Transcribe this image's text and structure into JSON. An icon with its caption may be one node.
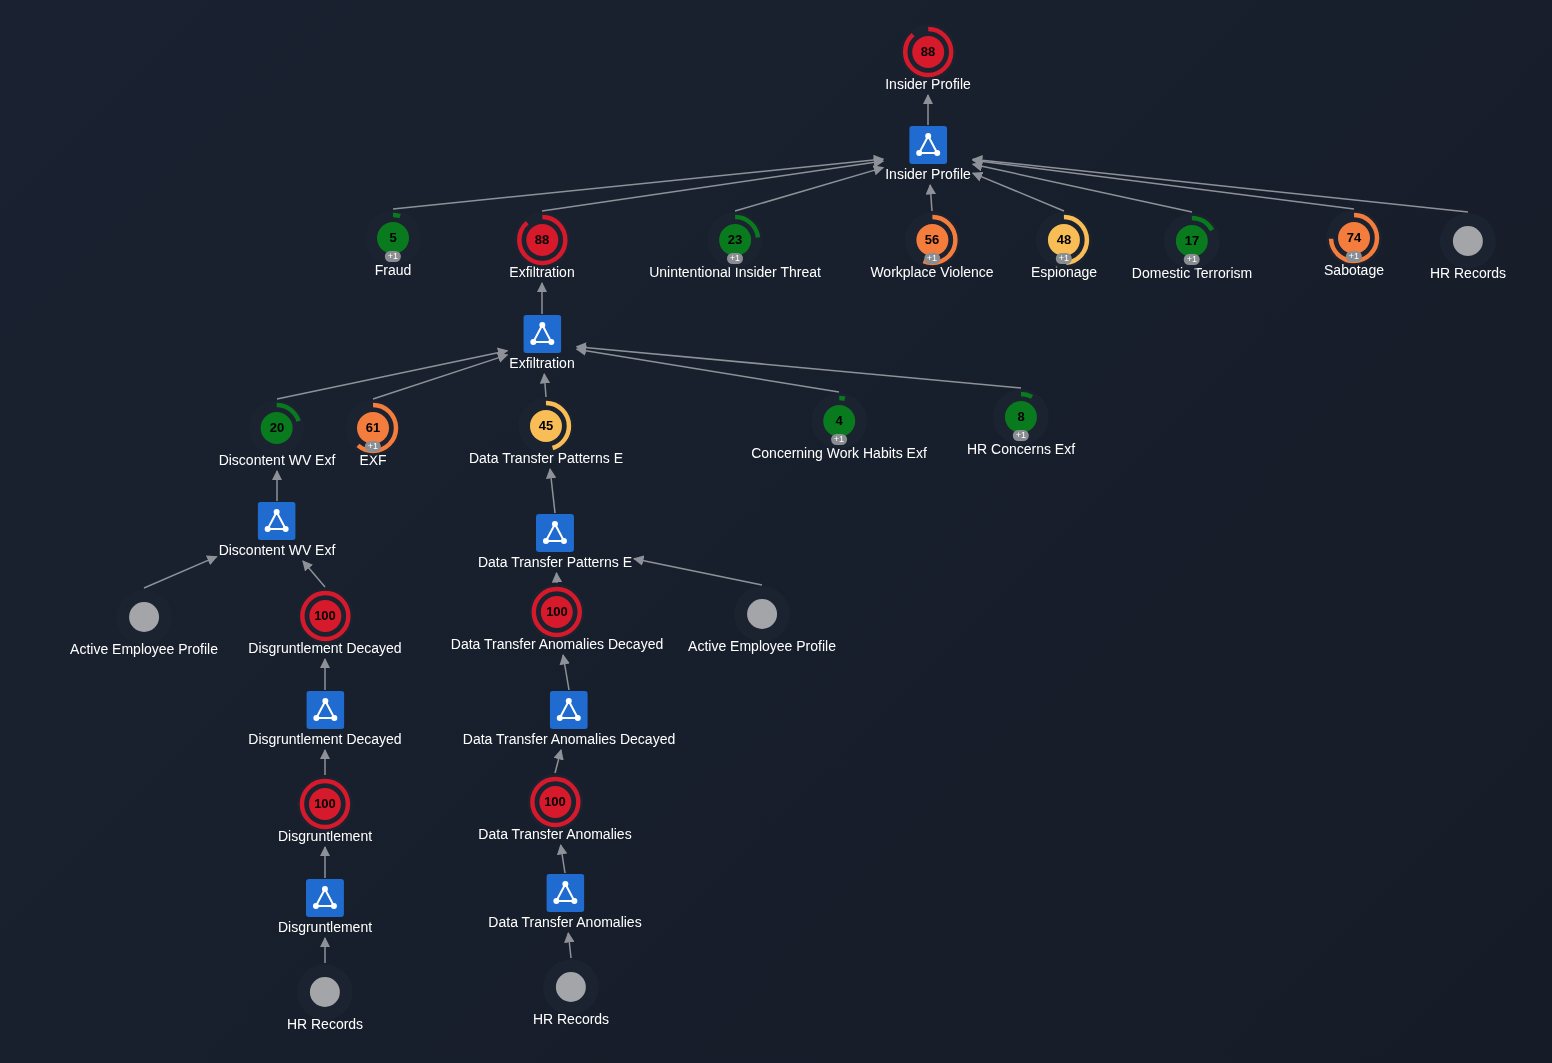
{
  "diagram": {
    "nodes": [
      {
        "text": [
          "88",
          "Insider Profile"
        ]
      },
      {
        "text": [
          "Insider Profile"
        ]
      },
      {
        "text": [
          "5",
          "+1",
          "Fraud"
        ]
      },
      {
        "text": [
          "88",
          "Exfiltration"
        ]
      },
      {
        "text": [
          "23",
          "+1",
          "Unintentional Insider Threat"
        ]
      },
      {
        "text": [
          "56",
          "+1",
          "Workplace Violence"
        ]
      },
      {
        "text": [
          "48",
          "+1",
          "Espionage"
        ]
      },
      {
        "text": [
          "17",
          "+1",
          "Domestic Terrorism"
        ]
      },
      {
        "text": [
          "74",
          "+1",
          "Sabotage"
        ]
      },
      {
        "text": [
          "HR Records"
        ]
      },
      {
        "text": [
          "Exfiltration"
        ]
      },
      {
        "text": [
          "20",
          "Discontent WV Exf"
        ]
      },
      {
        "text": [
          "61",
          "+1",
          "EXF"
        ]
      },
      {
        "text": [
          "45",
          "Data Transfer Patterns E"
        ]
      },
      {
        "text": [
          "4",
          "+1",
          "Concerning Work Habits Exf"
        ]
      },
      {
        "text": [
          "8",
          "+1",
          "HR Concerns Exf"
        ]
      },
      {
        "text": [
          "Discontent WV Exf"
        ]
      },
      {
        "text": [
          "Data Transfer Patterns E"
        ]
      },
      {
        "text": [
          "Active Employee Profile"
        ]
      },
      {
        "text": [
          "100",
          "Disgruntlement Decayed"
        ]
      },
      {
        "text": [
          "100",
          "Data Transfer Anomalies Decayed"
        ]
      },
      {
        "text": [
          "Active Employee Profile"
        ]
      },
      {
        "text": [
          "Disgruntlement Decayed"
        ]
      },
      {
        "text": [
          "Data Transfer Anomalies Decayed"
        ]
      },
      {
        "text": [
          "100",
          "Disgruntlement"
        ]
      },
      {
        "text": [
          "100",
          "Data Transfer Anomalies"
        ]
      },
      {
        "text": [
          "Disgruntlement"
        ]
      },
      {
        "text": [
          "Data Transfer Anomalies"
        ]
      },
      {
        "text": [
          "HR Records"
        ]
      },
      {
        "text": [
          "HR Records"
        ]
      }
    ],
    "edges": [
      {
        "from": 1,
        "to": 0,
        "arrow": "to"
      },
      {
        "from": 2,
        "to": 1,
        "arrow": "to"
      },
      {
        "from": 3,
        "to": 1,
        "arrow": "to"
      },
      {
        "from": 4,
        "to": 1,
        "arrow": "to"
      },
      {
        "from": 5,
        "to": 1,
        "arrow": "to"
      },
      {
        "from": 6,
        "to": 1,
        "arrow": "to"
      },
      {
        "from": 7,
        "to": 1,
        "arrow": "to"
      },
      {
        "from": 8,
        "to": 1,
        "arrow": "to"
      },
      {
        "from": 9,
        "to": 1,
        "arrow": "to"
      },
      {
        "from": 10,
        "to": 3,
        "arrow": "to"
      },
      {
        "from": 11,
        "to": 10,
        "arrow": "to"
      },
      {
        "from": 12,
        "to": 10,
        "arrow": "to"
      },
      {
        "from": 13,
        "to": 10,
        "arrow": "to"
      },
      {
        "from": 14,
        "to": 10,
        "arrow": "to"
      },
      {
        "from": 15,
        "to": 10,
        "arrow": "to"
      },
      {
        "from": 16,
        "to": 11,
        "arrow": "to"
      },
      {
        "from": 17,
        "to": 13,
        "arrow": "to"
      },
      {
        "from": 18,
        "to": 16,
        "arrow": "to"
      },
      {
        "from": 19,
        "to": 16,
        "arrow": "to"
      },
      {
        "from": 20,
        "to": 17,
        "arrow": "to"
      },
      {
        "from": 21,
        "to": 17,
        "arrow": "to"
      },
      {
        "from": 22,
        "to": 19,
        "arrow": "to"
      },
      {
        "from": 23,
        "to": 20,
        "arrow": "to"
      },
      {
        "from": 24,
        "to": 22,
        "arrow": "to"
      },
      {
        "from": 25,
        "to": 23,
        "arrow": "to"
      },
      {
        "from": 26,
        "to": 24,
        "arrow": "to"
      },
      {
        "from": 27,
        "to": 25,
        "arrow": "to"
      },
      {
        "from": 28,
        "to": 26,
        "arrow": "to"
      },
      {
        "from": 29,
        "to": 27,
        "arrow": "to"
      }
    ]
  }
}
